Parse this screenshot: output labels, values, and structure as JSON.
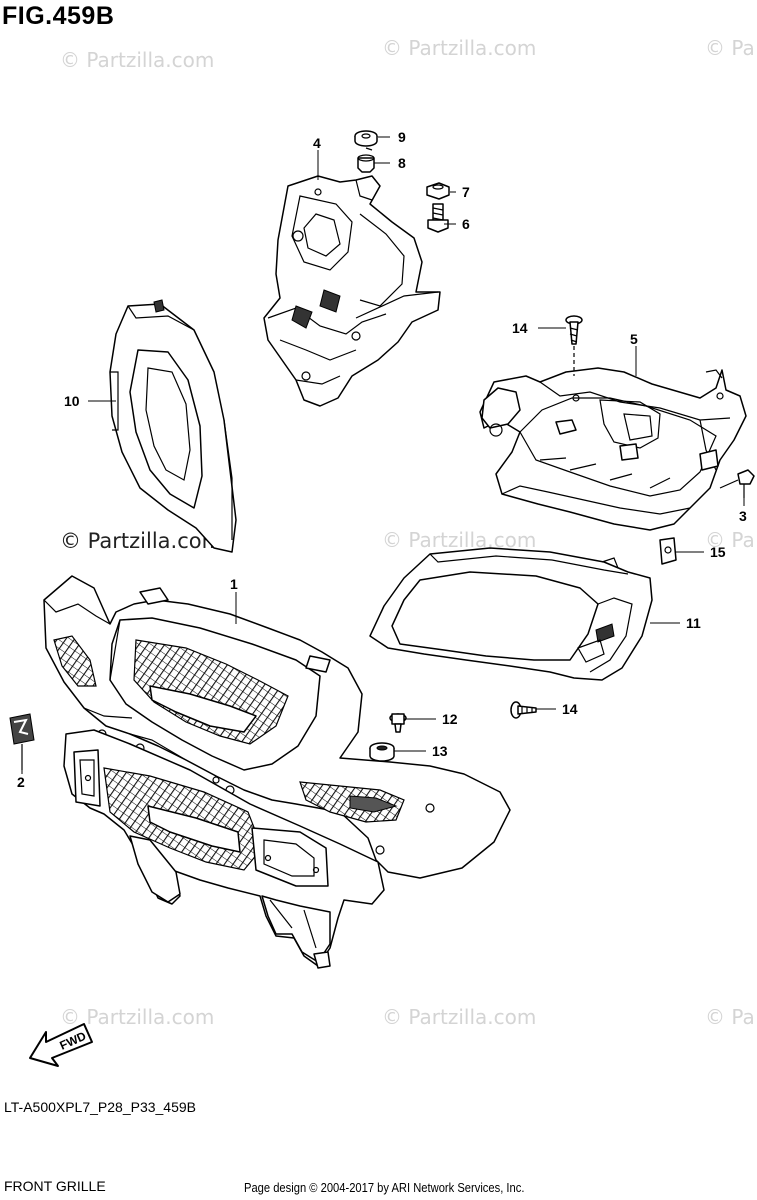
{
  "figure": {
    "title": "FIG.459B",
    "model_code": "LT-A500XPL7_P28_P33_459B",
    "subtitle": "FRONT GRILLE",
    "credit": "Page design © 2004-2017 by ARI Network Services, Inc."
  },
  "watermarks": {
    "light": "© Partzilla.com",
    "light_short": "© Pa",
    "center": "© Partzilla.com"
  },
  "fwd_arrow": {
    "label": "FWD"
  },
  "callouts": [
    {
      "id": "1",
      "part": "front-grille-body"
    },
    {
      "id": "2",
      "part": "emblem"
    },
    {
      "id": "3",
      "part": "clip-small"
    },
    {
      "id": "4",
      "part": "headlight-bracket"
    },
    {
      "id": "5",
      "part": "lower-cover"
    },
    {
      "id": "6",
      "part": "bolt"
    },
    {
      "id": "7",
      "part": "nut"
    },
    {
      "id": "8",
      "part": "collar"
    },
    {
      "id": "9",
      "part": "cushion"
    },
    {
      "id": "10",
      "part": "left-grille-garnish"
    },
    {
      "id": "11",
      "part": "right-grille-garnish"
    },
    {
      "id": "12",
      "part": "screw-with-washer"
    },
    {
      "id": "13",
      "part": "grommet"
    },
    {
      "id": "14",
      "part": "screw"
    },
    {
      "id": "14",
      "part": "screw"
    },
    {
      "id": "15",
      "part": "nut-clip"
    }
  ]
}
